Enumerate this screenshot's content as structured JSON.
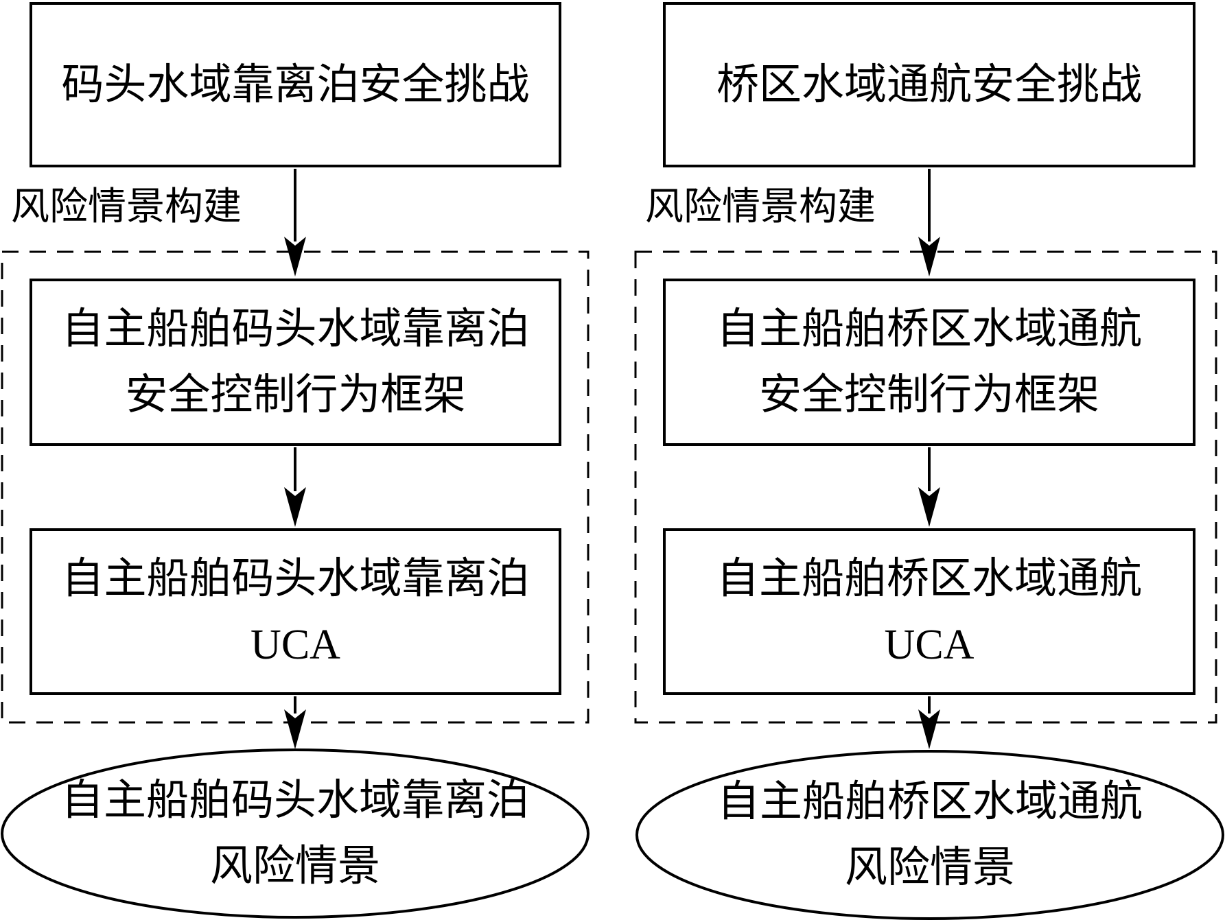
{
  "diagram": {
    "background": "#ffffff",
    "line_color": "#000000",
    "columns": [
      {
        "id": "dock-berthing",
        "challenge_box": "码头水域靠离泊安全挑战",
        "flow_label": "风险情景构建",
        "framework_box_line1": "自主船舶码头水域靠离泊",
        "framework_box_line2": "安全控制行为框架",
        "uca_box_line1": "自主船舶码头水域靠离泊",
        "uca_box_line2": "UCA",
        "result_ellipse_line1": "自主船舶码头水域靠离泊",
        "result_ellipse_line2": "风险情景"
      },
      {
        "id": "bridge-navigation",
        "challenge_box": "桥区水域通航安全挑战",
        "flow_label": "风险情景构建",
        "framework_box_line1": "自主船舶桥区水域通航",
        "framework_box_line2": "安全控制行为框架",
        "uca_box_line1": "自主船舶桥区水域通航",
        "uca_box_line2": "UCA",
        "result_ellipse_line1": "自主船舶桥区水域通航",
        "result_ellipse_line2": "风险情景"
      }
    ]
  }
}
